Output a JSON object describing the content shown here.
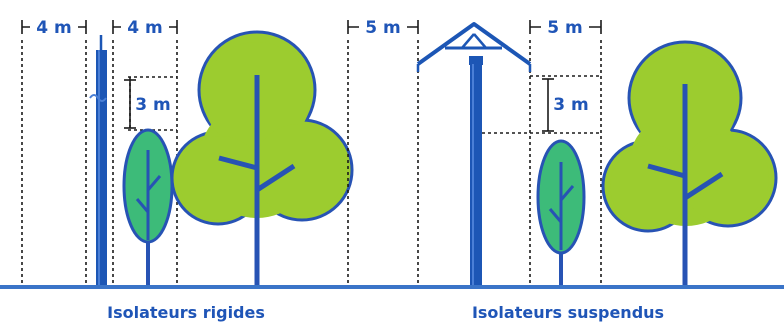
{
  "dimensions": {
    "left_pole_clearance": "4 m",
    "right_of_left_pole": "4 m",
    "left_vertical": "3 m",
    "right_pole_clearance": "5 m",
    "right_of_right_pole": "5 m",
    "right_vertical": "3 m"
  },
  "captions": {
    "rigid": "Isolateurs rigides",
    "suspended": "Isolateurs suspendus"
  },
  "colors": {
    "accent_blue": "#1f55b7",
    "pole_blue": "#1c56b5",
    "tree_light_green": "#9ccc2f",
    "tree_teal_green": "#3dbb79",
    "ground": "#3a74c8",
    "dashed_guides": "#1a1a1a"
  }
}
